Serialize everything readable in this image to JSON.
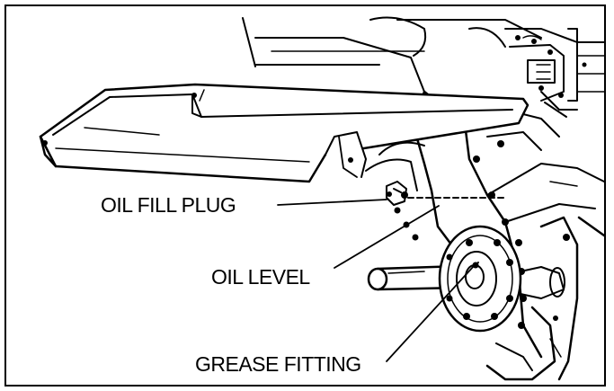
{
  "labels": {
    "oil_fill_plug": "OIL FILL PLUG",
    "oil_level": "OIL LEVEL",
    "grease_fitting": "GREASE FITTING"
  },
  "colors": {
    "ink": "#000000",
    "paper": "#ffffff"
  }
}
